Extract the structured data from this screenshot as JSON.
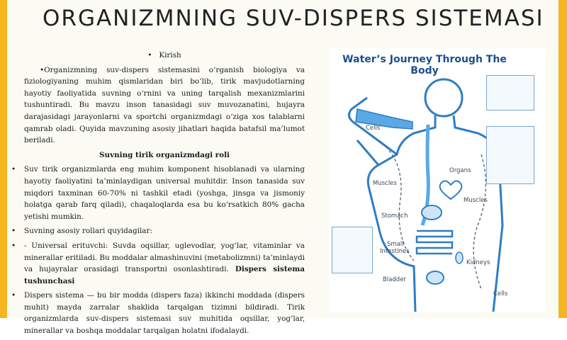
{
  "slide": {
    "title": "ORGANIZMNING SUV-DISPERS SISTEMASI",
    "intro_heading": "Kirish",
    "intro_bullet": "•",
    "intro_para": "•Organizmning suv-dispers sistemasini o‘rganish biologiya va fiziologiyaning muhim qismlaridan biri bo‘lib, tirik mavjudotlarning hayotiy faoliyatida suvning o‘rnini va uning tarqalish mexanizmlarini tushuntiradi. Bu mavzu inson tanasidagi suv muvozanatini, hujayra darajasidagi jarayonlarni va sportchi organizmdagi o‘ziga xos talablarni qamrab oladi. Quyida mavzuning asosiy jihatlari haqida batafsil ma’lumot beriladi.",
    "section_heading": "Suvning tirik organizmdagi roli",
    "bullet_char": "•",
    "bullets": [
      "Suv tirik organizmlarda eng muhim komponent hisoblanadi va ularning hayotiy faoliyatini ta’minlaydigan universal muhitdir. Inson tanasida suv miqdori taxminan 60-70% ni tashkil etadi (yoshga, jinsga va jismoniy holatga qarab farq qiladi), chaqaloqlarda esa bu ko‘rsatkich 80% gacha yetishi mumkin.",
      "Suvning asosiy rollari quyidagilar:"
    ],
    "solvent_para": "- Universal erituvchi: Suvda oqsillar, uglevodlar, yog‘lar, vitaminlar va minerallar eritiladi. Bu moddalar almashinuvini (metabolizmni) ta’minlaydi va hujayralar orasidagi transportni osonlashtiradi.",
    "solvent_bold": "Dispers sistema tushunchasi",
    "dispers_para": "Dispers sistema — bu bir modda (dispers faza) ikkinchi moddada (dispers muhit) mayda zarralar shaklida tarqalgan tizimni bildiradi. Tirik organizmlarda suv-dispers sistemasi suv muhitida oqsillar, yog‘lar, minerallar va boshqa moddalar tarqalgan holatni ifodalaydi."
  },
  "figure": {
    "title": "Water’s Journey Through The Body",
    "labels": {
      "cells_top": "Cells",
      "organs": "Organs",
      "muscles_left": "Muscles",
      "muscles_right": "Muscles",
      "stomach": "Stomach",
      "small_intestines_1": "Small",
      "small_intestines_2": "Intestines",
      "kidneys": "Kidneys",
      "bladder": "Bladder",
      "cells_bottom": "Cells"
    },
    "colors": {
      "outline": "#2f7dc2",
      "water": "#5aa9e6",
      "accent_bar": "#f6b51f"
    }
  }
}
